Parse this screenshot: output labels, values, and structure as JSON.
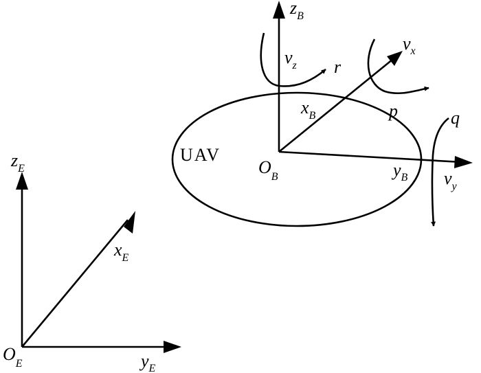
{
  "colors": {
    "stroke": "#000000",
    "background": "#ffffff"
  },
  "body_label": "UAV",
  "earth_frame": {
    "origin": {
      "main": "O",
      "sub": "E"
    },
    "x_axis": {
      "main": "x",
      "sub": "E"
    },
    "y_axis": {
      "main": "y",
      "sub": "E"
    },
    "z_axis": {
      "main": "z",
      "sub": "E"
    }
  },
  "body_frame": {
    "origin": {
      "main": "O",
      "sub": "B"
    },
    "x_axis": {
      "main": "x",
      "sub": "B"
    },
    "y_axis": {
      "main": "y",
      "sub": "B"
    },
    "z_axis": {
      "main": "z",
      "sub": "B"
    }
  },
  "velocities": {
    "vx": {
      "main": "v",
      "sub": "x"
    },
    "vy": {
      "main": "v",
      "sub": "y"
    },
    "vz": {
      "main": "v",
      "sub": "z"
    }
  },
  "rates": {
    "p": "p",
    "q": "q",
    "r": "r"
  }
}
